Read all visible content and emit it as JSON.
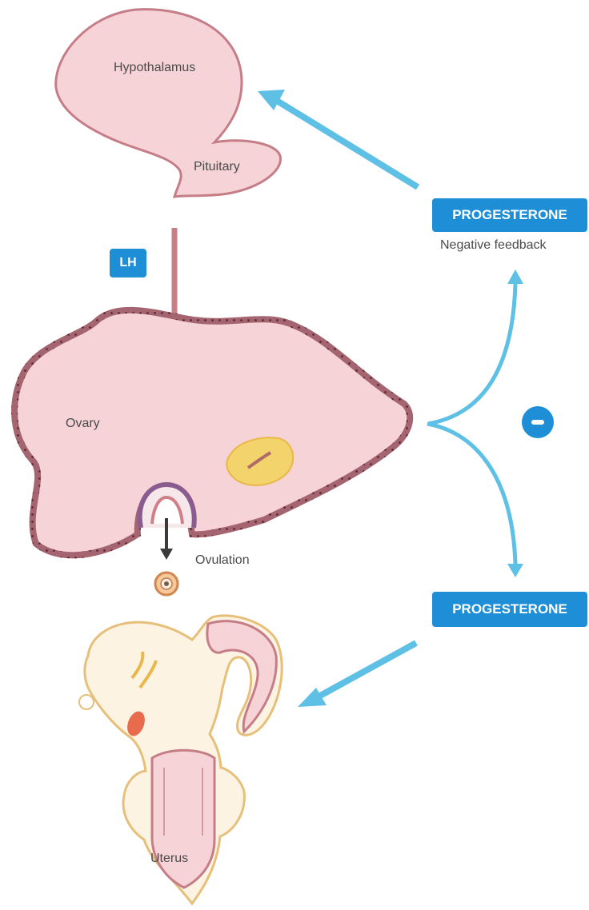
{
  "labels": {
    "hypothalamus": "Hypothalamus",
    "pituitary": "Pituitary",
    "lh": "LH",
    "ovary": "Ovary",
    "ovulation": "Ovulation",
    "uterus": "Uterus",
    "progesterone_top": "PROGESTERONE",
    "negative_feedback": "Negative feedback",
    "progesterone_bottom": "PROGESTERONE"
  },
  "icons": {
    "inhibition": "minus-circle-icon"
  },
  "colors": {
    "tissue_fill": "#f6d3d6",
    "tissue_stroke": "#c57d87",
    "lh_arrow": "#c97f88",
    "feedback_arrow": "#5fc0e6",
    "badge": "#1e8fd6",
    "corpus_luteum": "#f3d36b"
  }
}
